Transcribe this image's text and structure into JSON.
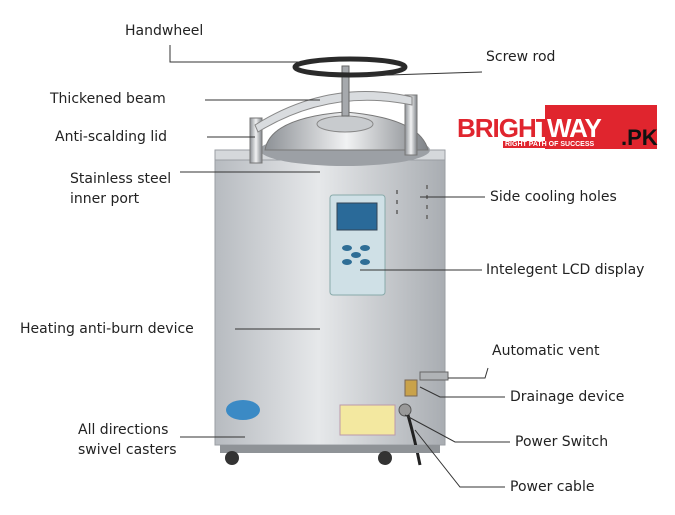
{
  "labels": {
    "handwheel": "Handwheel",
    "screw_rod": "Screw rod",
    "thickened_beam": "Thickened beam",
    "anti_scalding_lid": "Anti-scalding lid",
    "inner_port_1": "Stainless steel",
    "inner_port_2": "inner port",
    "side_cooling": "Side cooling holes",
    "lcd": "Intelegent LCD display",
    "heating": "Heating anti-burn device",
    "vent": "Automatic vent",
    "drainage": "Drainage device",
    "power_switch": "Power Switch",
    "power_cable": "Power cable",
    "casters_1": "All directions",
    "casters_2": "swivel casters"
  },
  "logo": {
    "brand_left": "BRIGHT",
    "brand_right": "WAY",
    "suffix": ".PK",
    "tagline": "RIGHT PATH OF SUCCESS"
  },
  "colors": {
    "brand_red": "#e0252e",
    "steel": "#c9ccd0"
  }
}
